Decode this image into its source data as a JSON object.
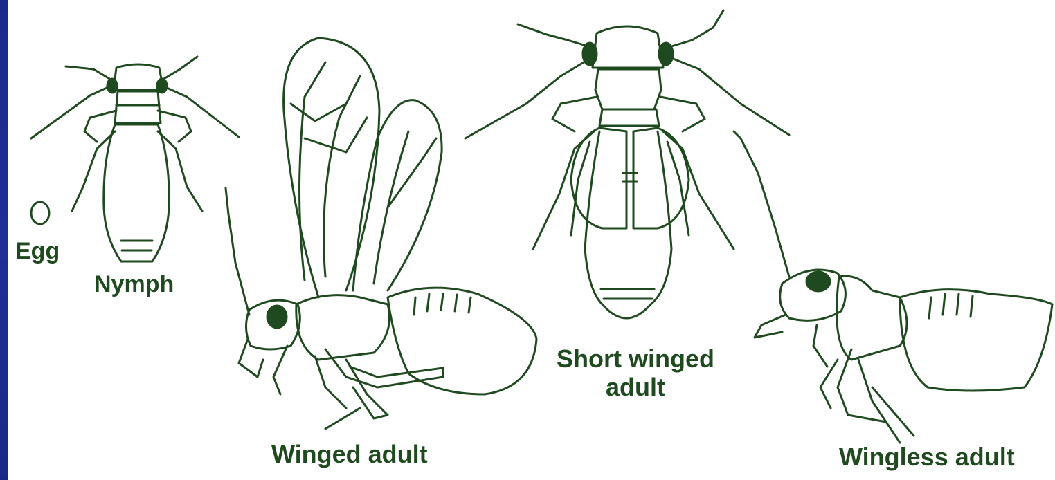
{
  "labels": {
    "egg": "Egg",
    "nymph": "Nymph",
    "winged_adult": "Winged adult",
    "short_winged_line1": "Short winged",
    "short_winged_line2": "adult",
    "wingless_adult": "Wingless adult"
  },
  "colors": {
    "ink": "#1f4a1f",
    "side_bar": "#1f2d90",
    "background": "#ffffff"
  }
}
